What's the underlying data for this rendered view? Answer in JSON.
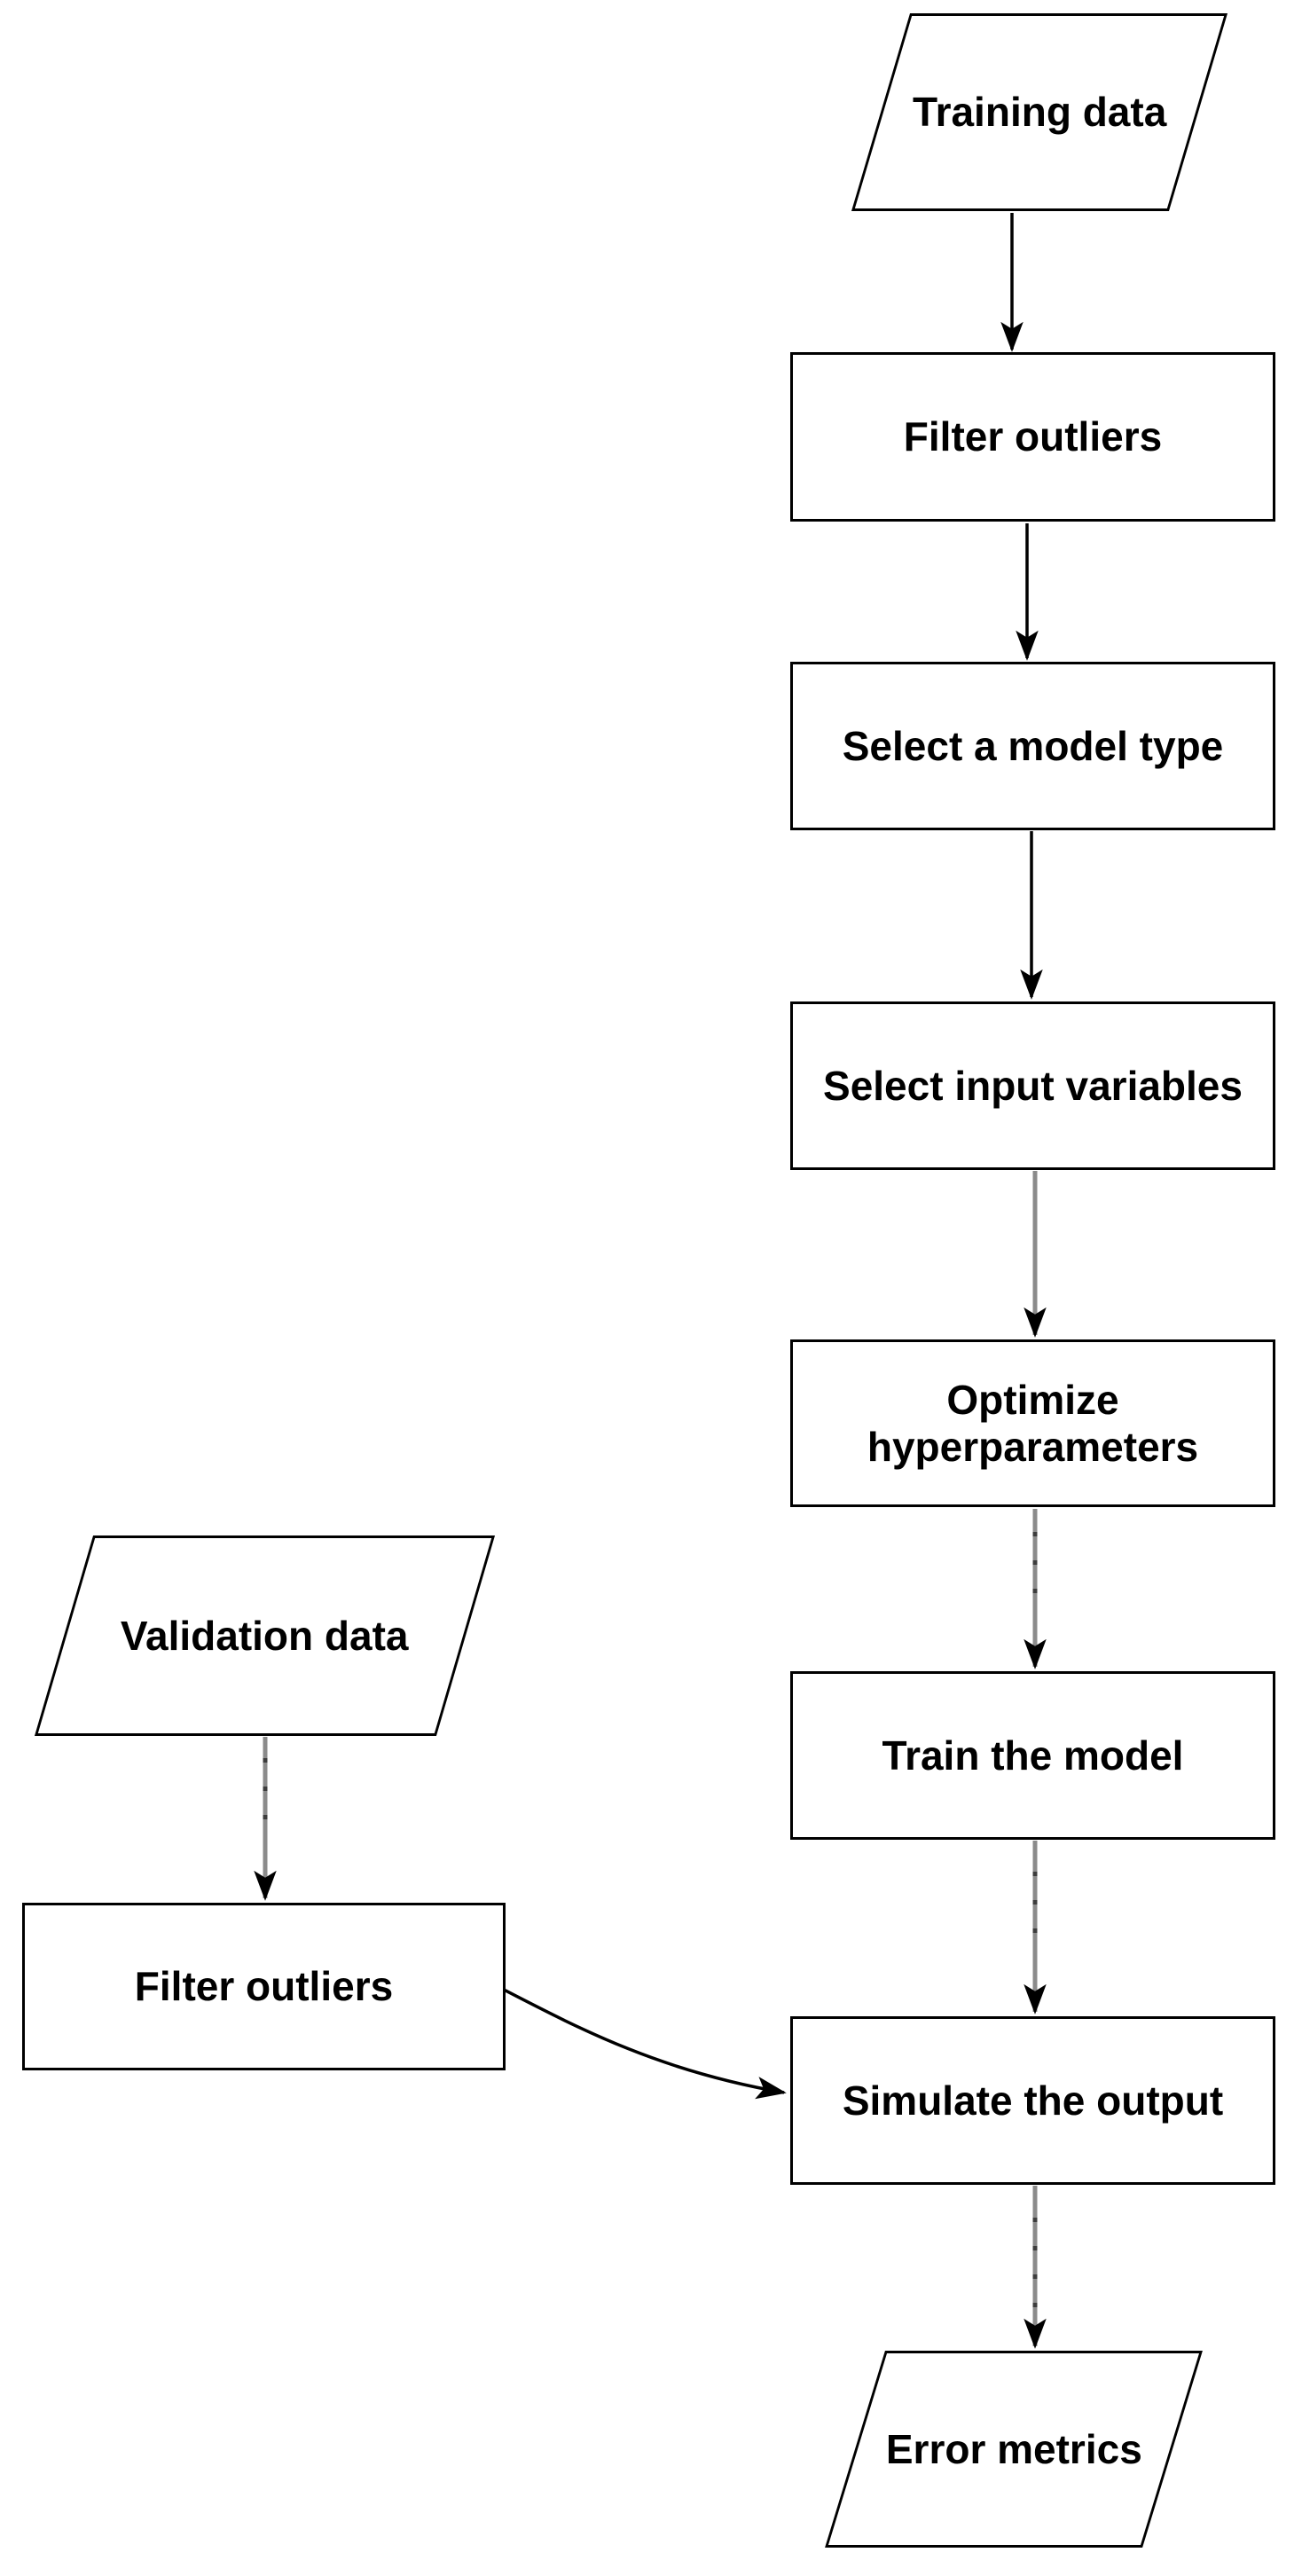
{
  "colors": {
    "background": "#ffffff",
    "node_fill": "#ffffff",
    "node_border": "#000000",
    "label": "#000000",
    "arrow_black": "#000000",
    "arrow_gray": "#8b8b8b",
    "arrow_tick": "#3d3d3d"
  },
  "flowchart": {
    "nodes": {
      "training_data": {
        "label": "Training data",
        "shape": "parallelogram"
      },
      "filter_outliers_training": {
        "label": "Filter outliers",
        "shape": "process"
      },
      "select_model_type": {
        "label": "Select a model type",
        "shape": "process"
      },
      "select_input_variables": {
        "label": "Select input variables",
        "shape": "process"
      },
      "optimize_hyperparameters": {
        "label": "Optimize hyperparameters",
        "shape": "process"
      },
      "train_model": {
        "label": "Train the model",
        "shape": "process"
      },
      "simulate_output": {
        "label": "Simulate the output",
        "shape": "process"
      },
      "error_metrics": {
        "label": "Error metrics",
        "shape": "parallelogram"
      },
      "validation_data": {
        "label": "Validation data",
        "shape": "parallelogram"
      },
      "filter_outliers_validation": {
        "label": "Filter outliers",
        "shape": "process"
      }
    },
    "edges": [
      {
        "from": "training_data",
        "to": "filter_outliers_training",
        "style": "solid-black"
      },
      {
        "from": "filter_outliers_training",
        "to": "select_model_type",
        "style": "solid-black"
      },
      {
        "from": "select_model_type",
        "to": "select_input_variables",
        "style": "solid-black"
      },
      {
        "from": "select_input_variables",
        "to": "optimize_hyperparameters",
        "style": "solid-gray"
      },
      {
        "from": "optimize_hyperparameters",
        "to": "train_model",
        "style": "gray-with-ticks"
      },
      {
        "from": "train_model",
        "to": "simulate_output",
        "style": "gray-with-ticks"
      },
      {
        "from": "simulate_output",
        "to": "error_metrics",
        "style": "gray-with-ticks"
      },
      {
        "from": "validation_data",
        "to": "filter_outliers_validation",
        "style": "gray-with-ticks"
      },
      {
        "from": "filter_outliers_validation",
        "to": "simulate_output",
        "style": "curved-black"
      }
    ]
  }
}
